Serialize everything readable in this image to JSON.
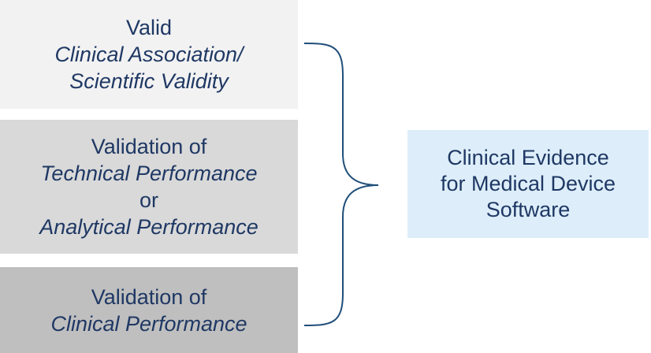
{
  "boxes": [
    {
      "line1": "Valid",
      "line2": "Clinical Association/",
      "line3": "Scientific Validity"
    },
    {
      "line1": "Validation of",
      "line2": "Technical Performance",
      "line3": "or",
      "line4": "Analytical Performance"
    },
    {
      "line1": "Validation of",
      "line2": "Clinical Performance"
    }
  ],
  "result": {
    "line1": "Clinical Evidence",
    "line2": "for Medical Device",
    "line3": "Software"
  },
  "colors": {
    "text": "#1f3864",
    "brace": "#1f4e79",
    "box1": "#f2f2f2",
    "box2": "#d9d9d9",
    "box3": "#bfbfbf",
    "result_bg": "#ddeefa"
  }
}
